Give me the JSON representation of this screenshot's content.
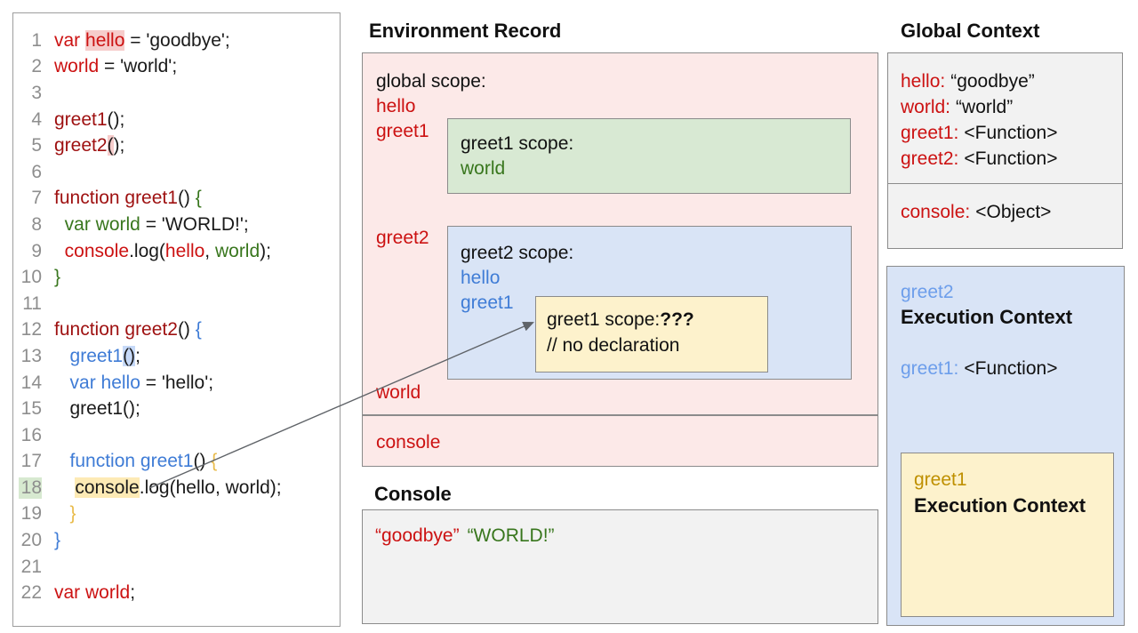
{
  "colors": {
    "pink_fill": "#fce9e8",
    "green_fill": "#d8e9d3",
    "blue_fill": "#d9e4f6",
    "yellow_fill": "#fdf2cc",
    "gray_fill": "#f2f2f2",
    "border_gray": "#8b8b8b",
    "red_text": "#cc1212",
    "dark_red_text": "#9e1010",
    "green_text": "#38761d",
    "blue_text": "#3f7cd6",
    "light_blue_text": "#6d9eeb",
    "gold_text": "#bf9000",
    "arrow": "#5f6368"
  },
  "code_panel": {
    "lines": [
      {
        "n": "1",
        "segs": [
          {
            "t": "var ",
            "c": "red"
          },
          {
            "t": "hello",
            "c": "red",
            "h": "pink"
          },
          {
            "t": " = 'goodbye';"
          }
        ]
      },
      {
        "n": "2",
        "segs": [
          {
            "t": "world",
            "c": "red"
          },
          {
            "t": " = 'world';"
          }
        ]
      },
      {
        "n": "3",
        "segs": []
      },
      {
        "n": "4",
        "segs": [
          {
            "t": "greet1",
            "c": "darkred"
          },
          {
            "t": "();"
          }
        ]
      },
      {
        "n": "5",
        "segs": [
          {
            "t": "greet2",
            "c": "darkred"
          },
          {
            "t": "(",
            "h": "pink"
          },
          {
            "t": ");"
          }
        ]
      },
      {
        "n": "6",
        "segs": []
      },
      {
        "n": "7",
        "segs": [
          {
            "t": "function greet1",
            "c": "darkred"
          },
          {
            "t": "() "
          },
          {
            "t": "{",
            "c": "green"
          }
        ]
      },
      {
        "n": "8",
        "segs": [
          {
            "t": "  "
          },
          {
            "t": "var world",
            "c": "green"
          },
          {
            "t": " = 'WORLD!';"
          }
        ]
      },
      {
        "n": "9",
        "segs": [
          {
            "t": "  "
          },
          {
            "t": "console",
            "c": "red"
          },
          {
            "t": ".log("
          },
          {
            "t": "hello",
            "c": "red"
          },
          {
            "t": ", "
          },
          {
            "t": "world",
            "c": "green"
          },
          {
            "t": ");"
          }
        ]
      },
      {
        "n": "10",
        "segs": [
          {
            "t": "}",
            "c": "green"
          }
        ]
      },
      {
        "n": "11",
        "segs": []
      },
      {
        "n": "12",
        "segs": [
          {
            "t": "function greet2",
            "c": "darkred"
          },
          {
            "t": "() "
          },
          {
            "t": "{",
            "c": "blue"
          }
        ]
      },
      {
        "n": "13",
        "segs": [
          {
            "t": "   "
          },
          {
            "t": "greet1",
            "c": "blue"
          },
          {
            "t": "()",
            "h": "blue"
          },
          {
            "t": ";"
          }
        ]
      },
      {
        "n": "14",
        "segs": [
          {
            "t": "   "
          },
          {
            "t": "var hello",
            "c": "blue"
          },
          {
            "t": " = 'hello';"
          }
        ]
      },
      {
        "n": "15",
        "segs": [
          {
            "t": "   greet1();"
          }
        ]
      },
      {
        "n": "16",
        "segs": []
      },
      {
        "n": "17",
        "segs": [
          {
            "t": "   "
          },
          {
            "t": "function greet1",
            "c": "blue"
          },
          {
            "t": "() "
          },
          {
            "t": "{",
            "c": "gold"
          }
        ]
      },
      {
        "n": "18",
        "hl": "green",
        "segs": [
          {
            "t": "    "
          },
          {
            "t": "console",
            "h": "yellow"
          },
          {
            "t": ".log(hello, world);"
          }
        ]
      },
      {
        "n": "19",
        "segs": [
          {
            "t": "   "
          },
          {
            "t": "}",
            "c": "gold"
          }
        ]
      },
      {
        "n": "20",
        "segs": [
          {
            "t": "}",
            "c": "blue"
          }
        ]
      },
      {
        "n": "21",
        "segs": []
      },
      {
        "n": "22",
        "segs": [
          {
            "t": "var world",
            "c": "red"
          },
          {
            "t": ";"
          }
        ]
      }
    ]
  },
  "environment_record": {
    "title": "Environment Record",
    "global_label": "global scope:",
    "var_hello": "hello",
    "var_greet1": "greet1",
    "var_greet2": "greet2",
    "var_world": "world",
    "console_var": "console",
    "greet1_scope": {
      "label": "greet1 scope:",
      "var_world": "world"
    },
    "greet2_scope": {
      "label": "greet2 scope:",
      "var_hello": "hello",
      "var_greet1": "greet1"
    },
    "inner_scope": {
      "label": "greet1 scope:",
      "question": "???",
      "comment": "// no declaration"
    }
  },
  "console_section": {
    "title": "Console",
    "items": [
      {
        "t": "“goodbye”",
        "c": "red"
      },
      {
        "t": "“WORLD!”",
        "c": "green"
      }
    ]
  },
  "global_context": {
    "title": "Global Context",
    "entries": [
      {
        "key": "hello:",
        "value": "“goodbye”"
      },
      {
        "key": "world:",
        "value": "“world”"
      },
      {
        "key": "greet1:",
        "value": "<Function>"
      },
      {
        "key": "greet2:",
        "value": "<Function>"
      }
    ],
    "console_entry": {
      "key": "console:",
      "value": "<Object>"
    }
  },
  "greet2_execution_context": {
    "name": "greet2",
    "label": "Execution Context",
    "entry": {
      "key": "greet1:",
      "value": "<Function>"
    }
  },
  "greet1_execution_context": {
    "name": "greet1",
    "label": "Execution Context"
  }
}
